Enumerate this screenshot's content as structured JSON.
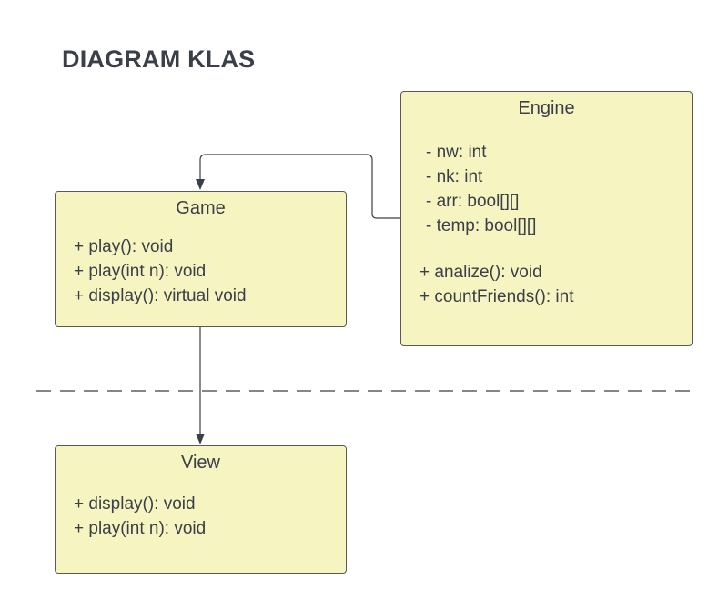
{
  "title": "DIAGRAM KLAS",
  "classes": {
    "game": {
      "name": "Game",
      "methods": [
        "+ play(): void",
        "+ play(int n): void",
        "+ display(): virtual void"
      ]
    },
    "engine": {
      "name": "Engine",
      "attributes": [
        "- nw: int",
        "- nk: int",
        "- arr: bool[][]",
        "- temp: bool[][]"
      ],
      "methods": [
        "+ analize(): void",
        "+ countFriends(): int"
      ]
    },
    "view": {
      "name": "View",
      "methods": [
        "+ display(): void",
        "+ play(int n): void"
      ]
    }
  },
  "colors": {
    "box_fill": "#f6f5c2",
    "box_border": "#5a5a52",
    "line": "#3a3f48",
    "text": "#3a3f48"
  }
}
